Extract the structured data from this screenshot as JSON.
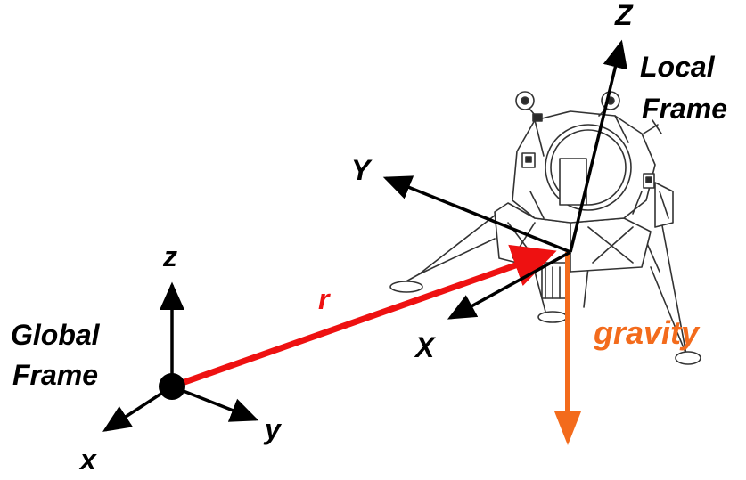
{
  "global_frame": {
    "label_line1": "Global",
    "label_line2": "Frame",
    "axis_x": "x",
    "axis_y": "y",
    "axis_z": "z"
  },
  "local_frame": {
    "label_line1": "Local",
    "label_line2": "Frame",
    "axis_x": "X",
    "axis_y": "Y",
    "axis_z": "Z"
  },
  "position_vector": {
    "label": "r"
  },
  "gravity_vector": {
    "label": "gravity"
  },
  "colors": {
    "position_vector": "#ee1111",
    "gravity_vector": "#f36b1c",
    "axes": "#000000",
    "lander_lines": "#333333"
  },
  "icons": {
    "origin": "origin-dot-icon",
    "vehicle": "lunar-lander-icon"
  }
}
